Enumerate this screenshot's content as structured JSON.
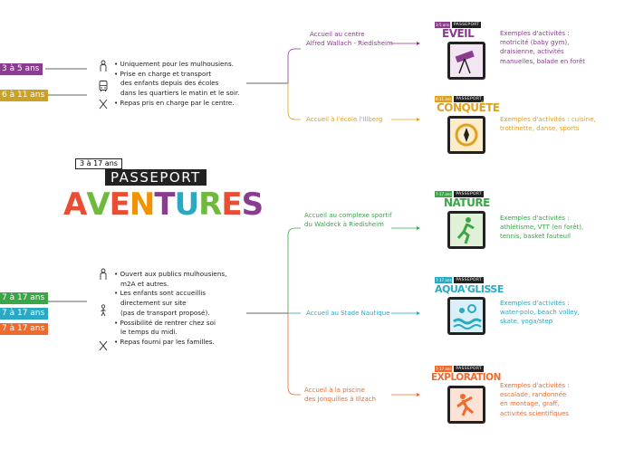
{
  "title": {
    "age_range": "3 à 17 ans",
    "passeport": "PASSEPORT",
    "aventures_letters": [
      "A",
      "V",
      "E",
      "N",
      "T",
      "U",
      "R",
      "E",
      "S"
    ],
    "aventures_colors": [
      "#e94e35",
      "#6dba3f",
      "#e94e35",
      "#f39200",
      "#8a3d8f",
      "#2aa8c4",
      "#6dba3f",
      "#e94e35",
      "#8a3d8f"
    ]
  },
  "group1": {
    "badges": [
      {
        "label": "3 à 5 ans",
        "color": "#8a3d8f"
      },
      {
        "label": "6 à 11 ans",
        "color": "#c9a227"
      }
    ],
    "info": [
      "• Uniquement pour les mulhousiens.",
      "• Prise en charge et transport",
      "des enfants depuis des écoles",
      "dans les quartiers le matin et le soir.",
      "• Repas pris en charge par le centre."
    ],
    "branches": [
      {
        "label_lines": [
          "Accueil au centre",
          "Alfred Wallach - Riedisheim"
        ],
        "color": "#8a3d8f",
        "card": {
          "age": "3-5 ans",
          "passeport": "PASSEPORT",
          "name": "ÉVEIL",
          "color": "#8a3d8f"
        },
        "activities": [
          "Exemples d'activités :",
          "motricité (baby gym),",
          "draisienne, activités",
          "manuelles, balade en forêt"
        ]
      },
      {
        "label_lines": [
          "Accueil à l'école l'Illberg"
        ],
        "color": "#e0a020",
        "card": {
          "age": "6-11 ans",
          "passeport": "PASSEPORT",
          "name": "CONQUÊTE",
          "color": "#e0a020"
        },
        "activities": [
          "Exemples d'activités : cuisine,",
          "trottinette, danse, sports"
        ]
      }
    ]
  },
  "group2": {
    "badges": [
      {
        "label": "7 à 17 ans",
        "color": "#3aa648"
      },
      {
        "label": "7 à 17 ans",
        "color": "#2aa8c4"
      },
      {
        "label": "7 à 17 ans",
        "color": "#ef6a2d"
      }
    ],
    "info": [
      "• Ouvert aux publics mulhousiens,",
      "m2A et autres.",
      "• Les enfants sont accueillis",
      "directement sur site",
      "(pas de transport proposé).",
      "• Possibilité de rentrer chez soi",
      "le temps du midi.",
      "• Repas fourni par les familles."
    ],
    "branches": [
      {
        "label_lines": [
          "Accueil au complexe sportif",
          "du Waldeck à Riedisheim"
        ],
        "color": "#3aa648",
        "card": {
          "age": "7-17 ans",
          "passeport": "PASSEPORT",
          "name": "NATURE",
          "color": "#3aa648"
        },
        "activities": [
          "Exemples d'activités :",
          "athlétisme, VTT (en forêt),",
          "tennis, basket fauteuil"
        ]
      },
      {
        "label_lines": [
          "Accueil au Stade Nautique"
        ],
        "color": "#2aa8c4",
        "card": {
          "age": "7-17 ans",
          "passeport": "PASSEPORT",
          "name": "AQUA'GLISSE",
          "color": "#2aa8c4"
        },
        "activities": [
          "Exemples d'activités :",
          "water-polo, beach volley,",
          "skate, yoga/step"
        ]
      },
      {
        "label_lines": [
          "Accueil à la piscine",
          "des Jonquilles à Illzach"
        ],
        "color": "#ef6a2d",
        "card": {
          "age": "7-17 ans",
          "passeport": "PASSEPORT",
          "name": "EXPLORATION",
          "color": "#ef6a2d"
        },
        "activities": [
          "Exemples d'activités :",
          "escalade, randonnée",
          "en montage, graff,",
          "activités scientifiques"
        ]
      }
    ]
  }
}
